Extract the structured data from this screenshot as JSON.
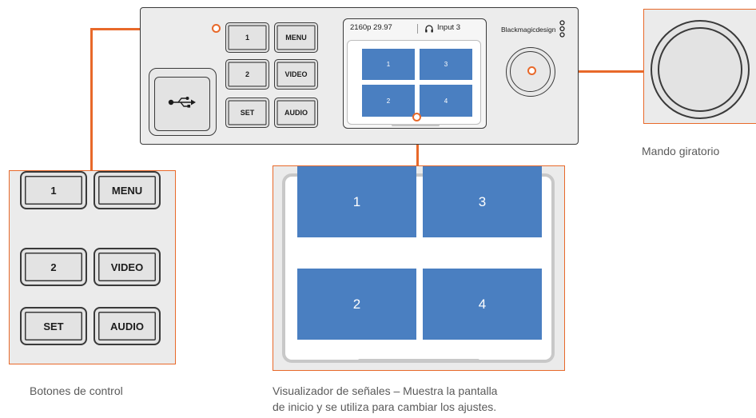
{
  "device": {
    "buttons": [
      "1",
      "MENU",
      "2",
      "VIDEO",
      "SET",
      "AUDIO"
    ],
    "status_left": "2160p 29.97",
    "status_right": "Input 3",
    "brand": "Blackmagicdesign",
    "tiles": [
      "1",
      "3",
      "2",
      "4"
    ]
  },
  "callouts": {
    "buttons": [
      "1",
      "MENU",
      "2",
      "VIDEO",
      "SET",
      "AUDIO"
    ],
    "screen_tiles": [
      "1",
      "3",
      "2",
      "4"
    ],
    "caption_buttons": "Botones de control",
    "caption_screen_line1": "Visualizador de señales – Muestra la pantalla",
    "caption_screen_line2": "de inicio y se utiliza para cambiar los ajustes.",
    "caption_knob": "Mando giratorio"
  },
  "colors": {
    "accent": "#e8692a",
    "tile": "#4a7fc1",
    "panel": "#ececec",
    "callout_bg": "#ebebeb"
  }
}
